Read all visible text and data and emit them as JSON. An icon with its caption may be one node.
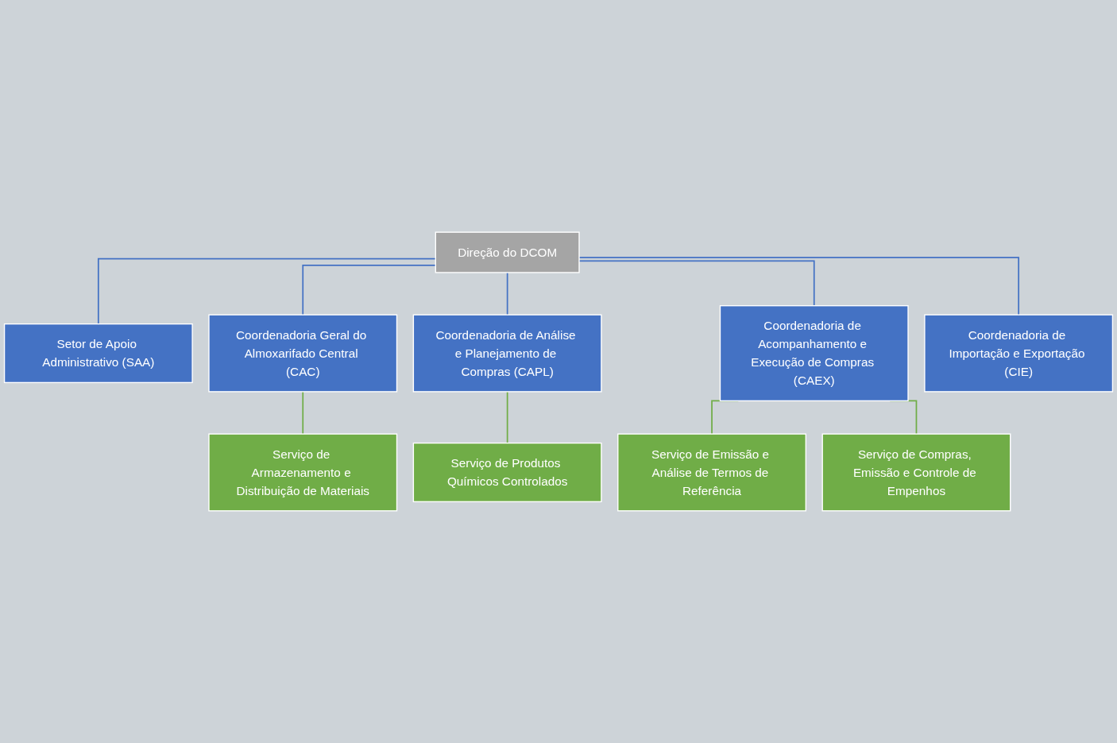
{
  "diagram": {
    "nodes": [
      {
        "text": [
          "Direção do DCOM"
        ]
      },
      {
        "text": [
          "Setor de Apoio Administrativo (SAA)"
        ]
      },
      {
        "text": [
          "Coordenadoria Geral do Almoxarifado Central (CAC)"
        ]
      },
      {
        "text": [
          "Coordenadoria de Análise e Planejamento de Compras (CAPL)"
        ]
      },
      {
        "text": [
          "Coordenadoria de Acompanhamento e Execução de Compras (CAEX)"
        ]
      },
      {
        "text": [
          "Coordenadoria de Importação e Exportação (CIE)"
        ]
      },
      {
        "text": [
          "Serviço de Armazenamento e Distribuição de Materiais"
        ]
      },
      {
        "text": [
          "Serviço de Produtos Químicos Controlados"
        ]
      },
      {
        "text": [
          "Serviço de Emissão e Análise de Termos de Referência"
        ]
      },
      {
        "text": [
          "Serviço de Compras, Emissão e Controle de Empenhos"
        ]
      }
    ],
    "edges": [
      {
        "from": 0,
        "to": 1,
        "arrow": "none"
      },
      {
        "from": 0,
        "to": 2,
        "arrow": "none"
      },
      {
        "from": 0,
        "to": 3,
        "arrow": "none"
      },
      {
        "from": 0,
        "to": 4,
        "arrow": "none"
      },
      {
        "from": 0,
        "to": 5,
        "arrow": "none"
      },
      {
        "from": 2,
        "to": 6,
        "arrow": "none",
        "color": "#70ad47"
      },
      {
        "from": 3,
        "to": 7,
        "arrow": "none",
        "color": "#70ad47"
      },
      {
        "from": 4,
        "to": 8,
        "arrow": "none",
        "color": "#70ad47"
      },
      {
        "from": 4,
        "to": 9,
        "arrow": "none",
        "color": "#70ad47"
      }
    ]
  }
}
